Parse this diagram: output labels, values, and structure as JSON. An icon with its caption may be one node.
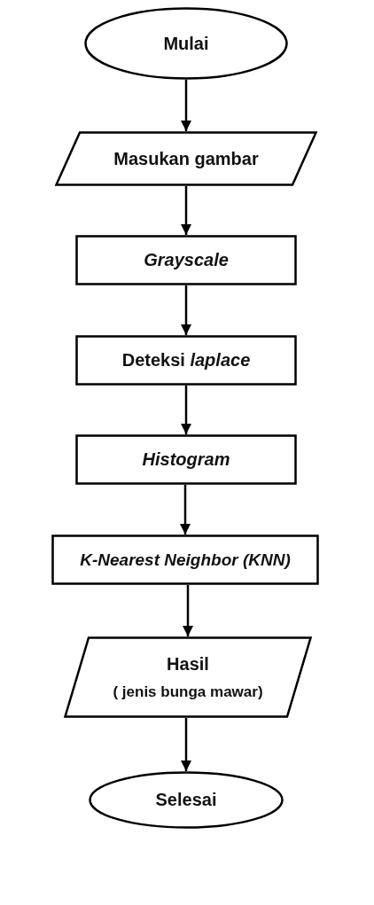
{
  "diagram": {
    "nodes": [
      {
        "text": [
          "Mulai"
        ]
      },
      {
        "text": [
          "Masukan gambar"
        ]
      },
      {
        "text": [
          "Grayscale"
        ]
      },
      {
        "text": [
          "Deteksi *laplace*"
        ]
      },
      {
        "text": [
          "Histogram"
        ]
      },
      {
        "text": [
          "K-Nearest Neighbor (KNN)"
        ]
      },
      {
        "text": [
          "Hasil",
          "( jenis bunga mawar)"
        ]
      },
      {
        "text": [
          "Selesai"
        ]
      }
    ],
    "edges": [
      {
        "from": 0,
        "to": 1,
        "arrow": "to"
      },
      {
        "from": 1,
        "to": 2,
        "arrow": "to"
      },
      {
        "from": 2,
        "to": 3,
        "arrow": "to"
      },
      {
        "from": 3,
        "to": 4,
        "arrow": "to"
      },
      {
        "from": 4,
        "to": 5,
        "arrow": "to"
      },
      {
        "from": 5,
        "to": 6,
        "arrow": "to"
      },
      {
        "from": 6,
        "to": 7,
        "arrow": "to"
      }
    ]
  }
}
